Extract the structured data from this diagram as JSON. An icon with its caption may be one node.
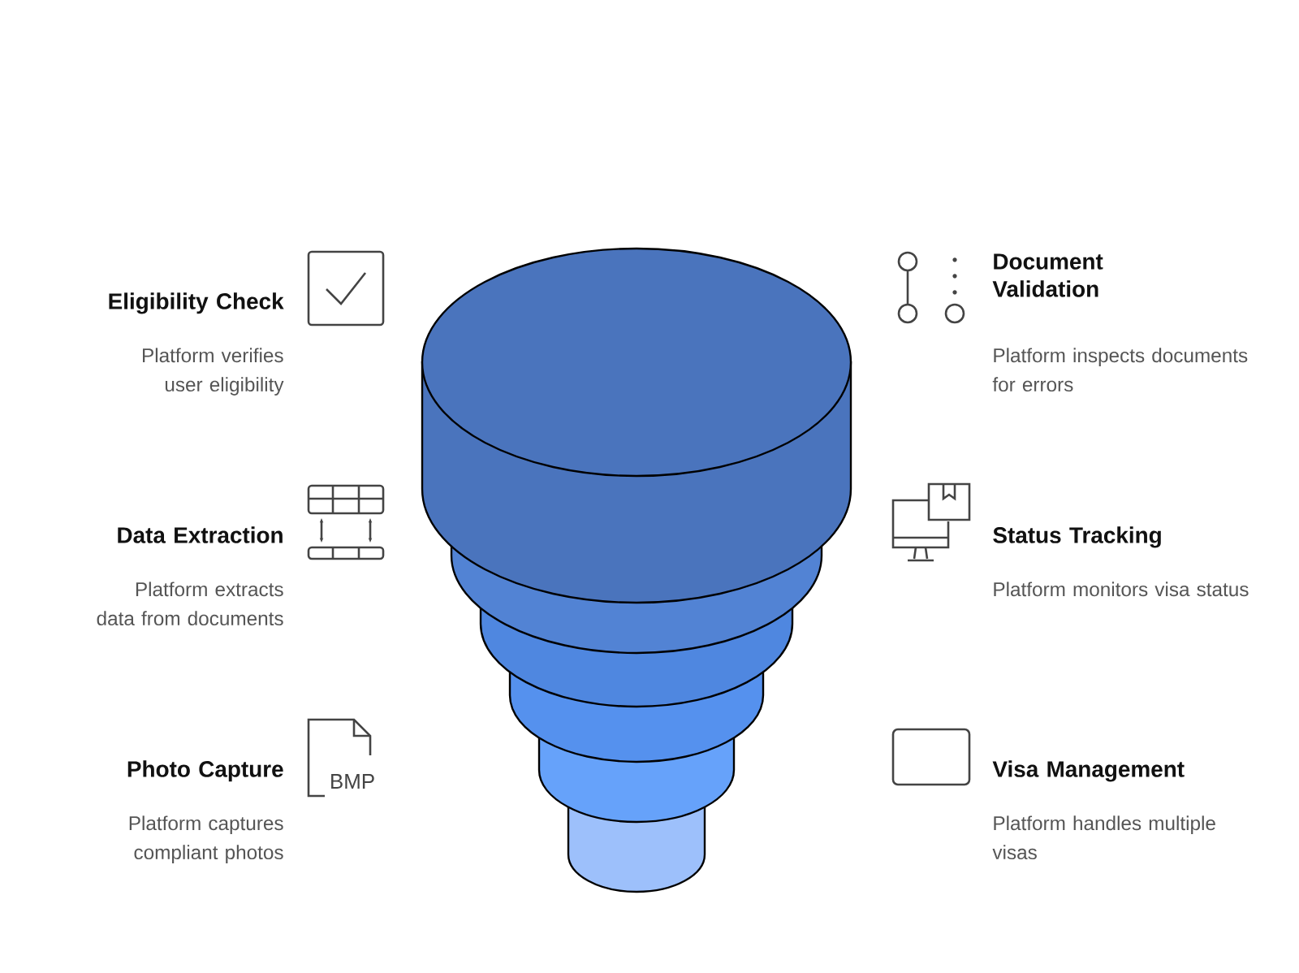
{
  "diagram": {
    "labels": [
      "Eligibility Check",
      "Platform verifies user eligibility",
      "Document Validation",
      "Platform inspects documents for errors",
      "Data Extraction",
      "Platform extracts data from documents",
      "Status Tracking",
      "Platform monitors visa status",
      "Photo Capture",
      "Platform captures compliant photos",
      "BMP",
      "Visa Management",
      "Platform handles multiple visas"
    ]
  }
}
